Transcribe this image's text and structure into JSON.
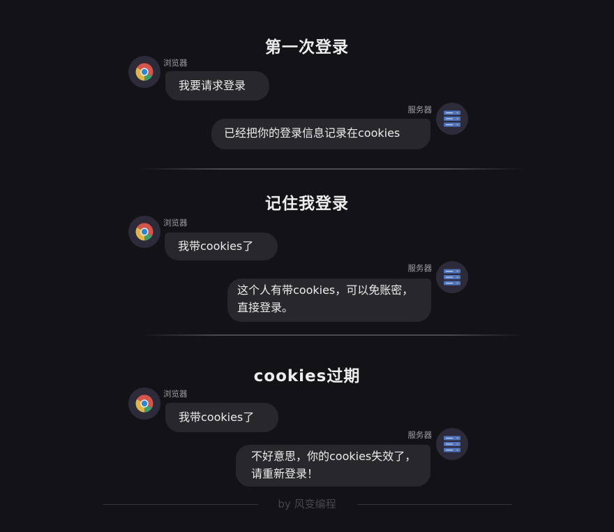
{
  "sections": [
    {
      "title": "第一次登录",
      "client_label": "浏览器",
      "client_message": "我要请求登录",
      "server_label": "服务器",
      "server_lines": [
        "已经把你的登录信息记录在cookies"
      ]
    },
    {
      "title": "记住我登录",
      "client_label": "浏览器",
      "client_message": "我带cookies了",
      "server_label": "服务器",
      "server_lines": [
        "这个人有带cookies，可以免账密，",
        "直接登录。"
      ]
    },
    {
      "title": "cookies过期",
      "client_label": "浏览器",
      "client_message": "我带cookies了",
      "server_label": "服务器",
      "server_lines": [
        "不好意思，你的cookies失效了，",
        "请重新登录！"
      ]
    }
  ],
  "footer": "by 风变编程",
  "icons": {
    "client": "chrome-browser-icon",
    "server": "server-icon"
  },
  "colors": {
    "background": "#131216",
    "bubble": "#28272c",
    "avatar_bg": "#2d2a3a",
    "chrome_red": "#d2564b",
    "chrome_yellow": "#e0b64c",
    "chrome_green": "#3f9e6c",
    "chrome_center": "#2f86c9",
    "server_blue": "#4f74c0"
  }
}
